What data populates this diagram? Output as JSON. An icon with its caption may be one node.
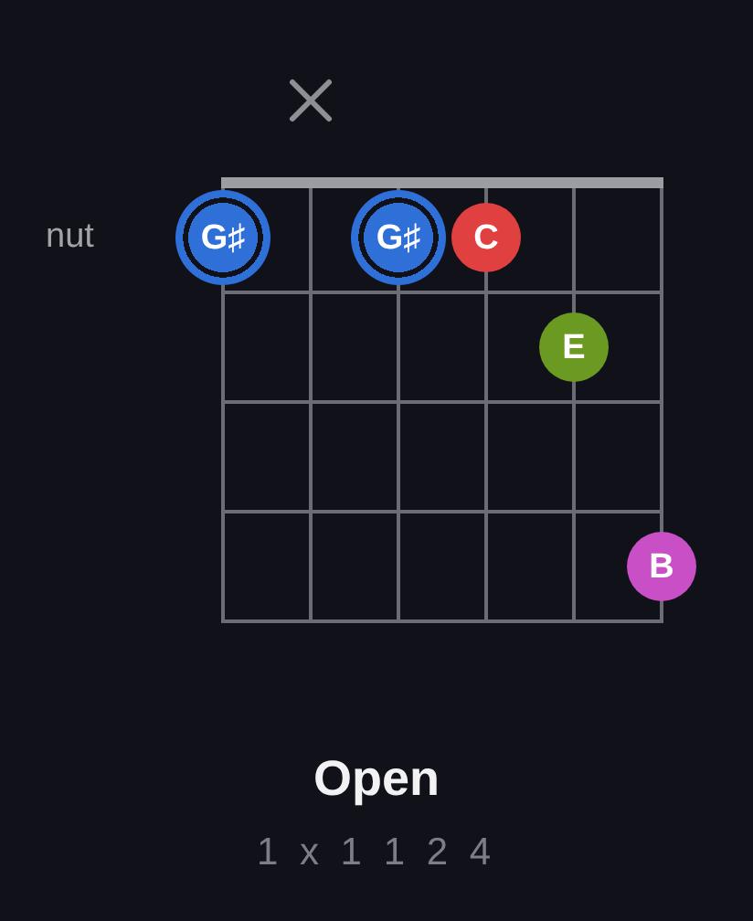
{
  "diagram": {
    "title": "Open",
    "nodes": [
      {
        "text": [
          "G♯"
        ]
      },
      {
        "text": [
          "G♯"
        ]
      },
      {
        "text": [
          "C"
        ]
      },
      {
        "text": [
          "E"
        ]
      },
      {
        "text": [
          "B"
        ]
      }
    ],
    "labels": [
      "nut",
      "1 x 1 1 2 4"
    ]
  }
}
